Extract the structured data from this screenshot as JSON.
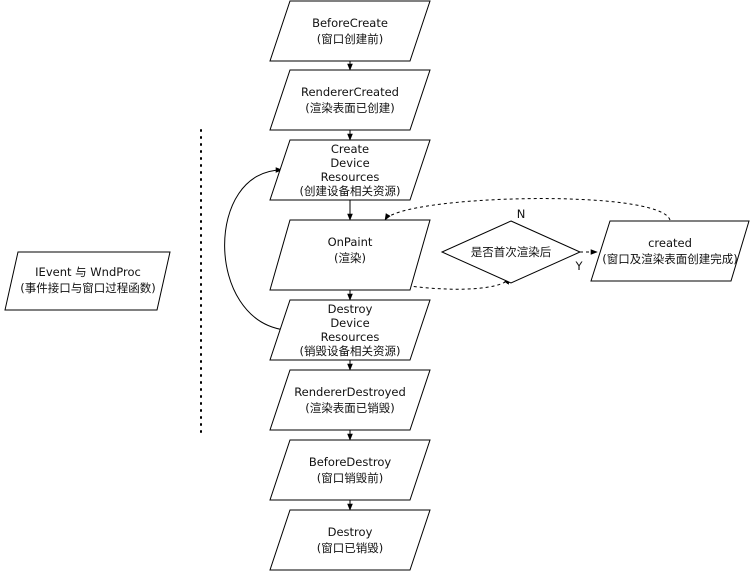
{
  "diagram": {
    "nodes": {
      "before_create": {
        "lines": [
          "BeforeCreate",
          "(窗口创建前)"
        ]
      },
      "renderer_created": {
        "lines": [
          "RendererCreated",
          "(渲染表面已创建)"
        ]
      },
      "create_resources": {
        "lines": [
          "Create",
          "Device",
          "Resources",
          "(创建设备相关资源)"
        ]
      },
      "on_paint": {
        "lines": [
          "OnPaint",
          "(渲染)"
        ]
      },
      "decision": {
        "lines": [
          "是否首次渲染后"
        ]
      },
      "created": {
        "lines": [
          "created",
          "(窗口及渲染表面创建完成)"
        ]
      },
      "destroy_resources": {
        "lines": [
          "Destroy",
          "Device",
          "Resources",
          "(销毁设备相关资源)"
        ]
      },
      "renderer_destroyed": {
        "lines": [
          "RendererDestroyed",
          "(渲染表面已销毁)"
        ]
      },
      "before_destroy": {
        "lines": [
          "BeforeDestroy",
          "(窗口销毁前)"
        ]
      },
      "destroy": {
        "lines": [
          "Destroy",
          "(窗口已销毁)"
        ]
      },
      "ievent": {
        "lines": [
          "IEvent 与 WndProc",
          "(事件接口与窗口过程函数)"
        ]
      }
    },
    "edge_labels": {
      "no": "N",
      "yes": "Y"
    }
  }
}
